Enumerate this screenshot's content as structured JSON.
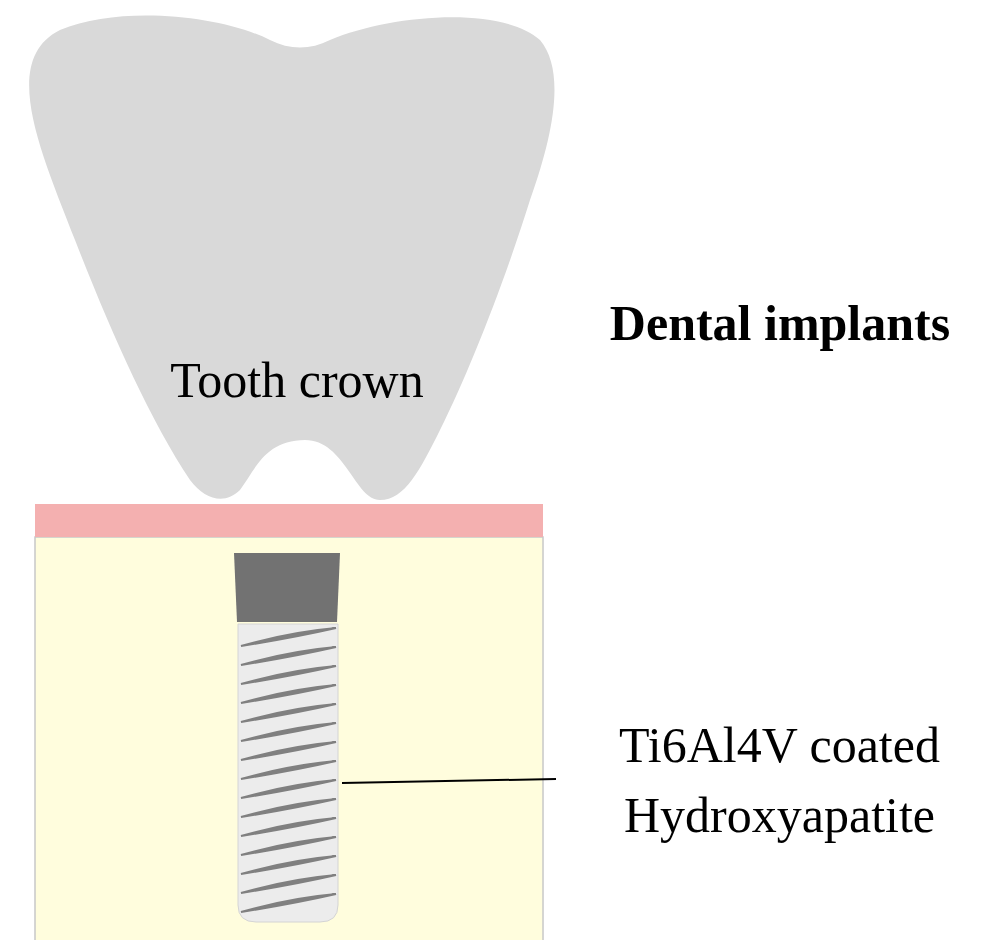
{
  "diagram": {
    "title": "Dental implants",
    "nodes": [
      {
        "text": [
          "Tooth crown"
        ]
      }
    ],
    "labels": [
      "Ti6Al4V coated Hydroxyapatite"
    ]
  }
}
